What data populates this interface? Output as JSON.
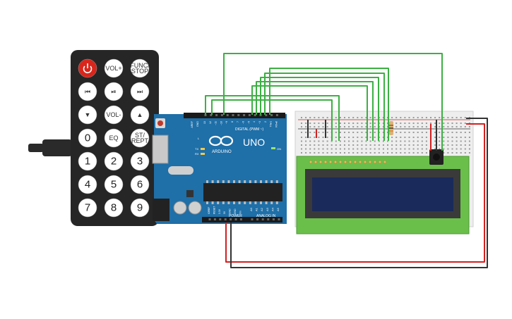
{
  "remote": {
    "buttons": [
      {
        "id": "power",
        "label": "",
        "kind": "power"
      },
      {
        "id": "vol-up",
        "label": "VOL+"
      },
      {
        "id": "func-stop",
        "label": "FUNC/",
        "label2": "STOP"
      },
      {
        "id": "rewind",
        "label": "⏮",
        "kind": "icon"
      },
      {
        "id": "play-pause",
        "label": "⏯",
        "kind": "icon"
      },
      {
        "id": "fast-forward",
        "label": "⏭",
        "kind": "icon"
      },
      {
        "id": "down",
        "label": "▼",
        "kind": "icon"
      },
      {
        "id": "vol-down",
        "label": "VOL-"
      },
      {
        "id": "up",
        "label": "▲",
        "kind": "icon"
      },
      {
        "id": "btn-0",
        "label": "0",
        "kind": "num"
      },
      {
        "id": "eq",
        "label": "EQ"
      },
      {
        "id": "st-rept",
        "label": "ST/",
        "label2": "REPT"
      },
      {
        "id": "btn-1",
        "label": "1",
        "kind": "num"
      },
      {
        "id": "btn-2",
        "label": "2",
        "kind": "num"
      },
      {
        "id": "btn-3",
        "label": "3",
        "kind": "num"
      },
      {
        "id": "btn-4",
        "label": "4",
        "kind": "num"
      },
      {
        "id": "btn-5",
        "label": "5",
        "kind": "num"
      },
      {
        "id": "btn-6",
        "label": "6",
        "kind": "num"
      },
      {
        "id": "btn-7",
        "label": "7",
        "kind": "num"
      },
      {
        "id": "btn-8",
        "label": "8",
        "kind": "num"
      },
      {
        "id": "btn-9",
        "label": "9",
        "kind": "num"
      }
    ]
  },
  "arduino": {
    "brand": "ARDUINO",
    "model": "UNO",
    "digital_label": "DIGITAL (PWM ~)",
    "analog_label": "ANALOG IN",
    "power_label": "POWER",
    "on_label": "ON",
    "tx_label": "TX",
    "rx_label": "RX",
    "l_label": "L",
    "aref_label": "AREF",
    "gnd_label": "GND",
    "digital_pins": [
      "13",
      "12",
      "~11",
      "~10",
      "~9",
      "8",
      "7",
      "~6",
      "~5",
      "4",
      "~3",
      "2",
      "TX▸1",
      "RX◂0"
    ],
    "analog_pins": [
      "A0",
      "A1",
      "A2",
      "A3",
      "A4",
      "A5"
    ],
    "power_pins": [
      "IOREF",
      "RESET",
      "3.3V",
      "5V",
      "GND",
      "GND",
      "Vin"
    ]
  },
  "colors": {
    "wire_green": "#3cb043",
    "wire_red": "#d32020",
    "wire_black": "#333333",
    "board_blue": "#1f6fa8",
    "remote_body": "#262626",
    "lcd_pcb": "#6abf4b",
    "lcd_screen": "#1a2a5a",
    "power_button": "#d9261c"
  }
}
